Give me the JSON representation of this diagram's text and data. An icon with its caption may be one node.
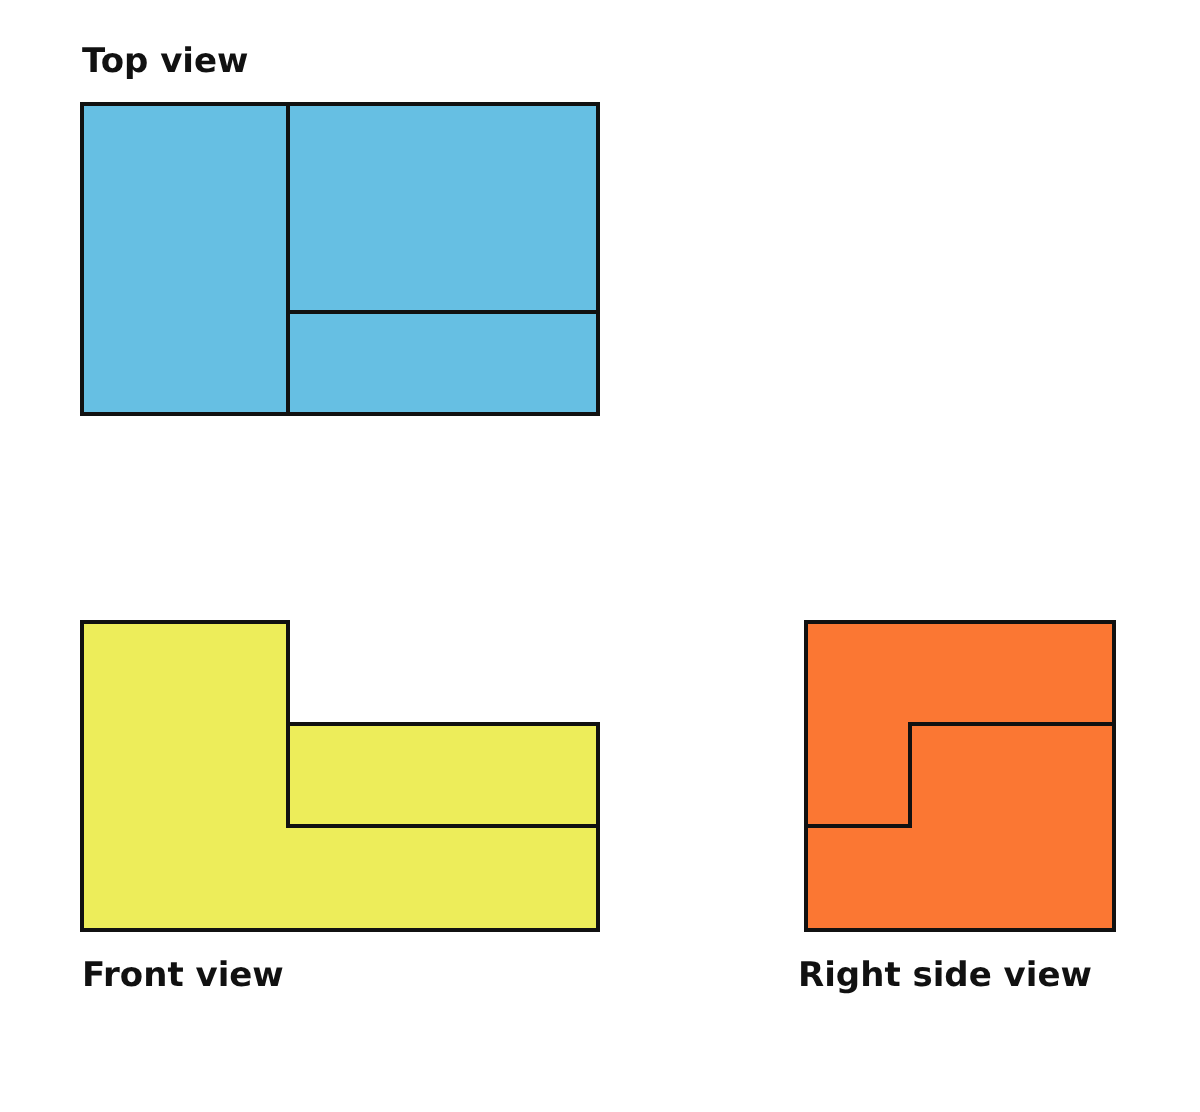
{
  "diagram": {
    "labels": [
      "Top view",
      "Front view",
      "Right side view"
    ]
  }
}
